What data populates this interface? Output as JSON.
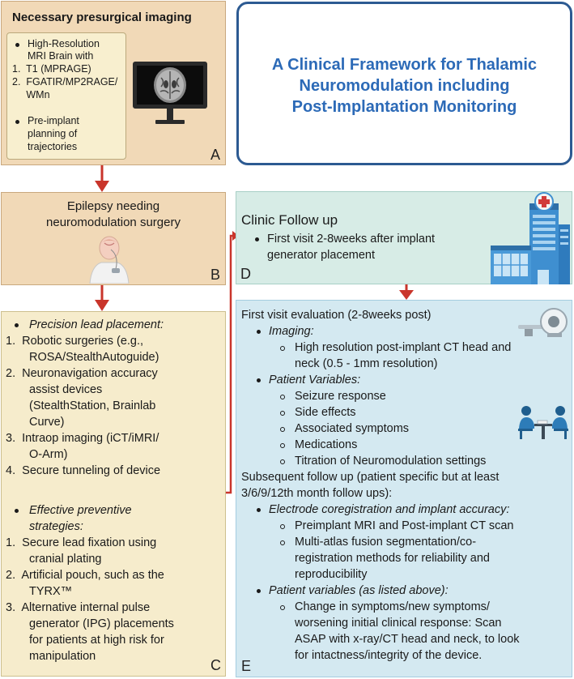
{
  "panelA": {
    "title": "Necessary presurgical imaging",
    "lines": [
      "High-Resolution",
      "MRI Brain with",
      "1.  T1 (MPRAGE)",
      "2.  FGATIR/MP2RAGE/",
      "     WMn",
      "Pre-implant",
      "planning of",
      "trajectories"
    ],
    "letter": "A"
  },
  "title": {
    "lines": [
      "A Clinical Framework for Thalamic",
      "Neuromodulation including",
      "Post-Implantation Monitoring"
    ]
  },
  "panelB": {
    "lines": [
      "Epilepsy needing",
      "neuromodulation surgery"
    ],
    "letter": "B"
  },
  "panelC": {
    "heading1": "Precision lead placement:",
    "heading2": "Effective preventive",
    "heading2b": "strategies:",
    "lines": [
      "1.  Robotic surgeries (e.g.,",
      "ROSA/StealthAutoguide)",
      "2.  Neuronavigation accuracy",
      "assist devices",
      "(StealthStation, Brainlab",
      "Curve)",
      "3.  Intraop imaging (iCT/iMRI/",
      "O-Arm)",
      "4.  Secure tunneling of device",
      "1.  Secure lead fixation using",
      "cranial plating",
      "2.  Artificial pouch, such as the",
      "TYRX™",
      "3.  Alternative internal pulse",
      "generator (IPG) placements",
      "for patients at high risk for",
      "manipulation"
    ],
    "letter": "C"
  },
  "panelD": {
    "title": "Clinic Follow up",
    "lines": [
      "First visit 2-8weeks after implant",
      "generator placement"
    ],
    "letter": "D"
  },
  "panelE": {
    "lines": [
      "First visit evaluation (2-8weeks post)",
      "Imaging:",
      "High resolution post-implant CT head and",
      "neck (0.5 - 1mm resolution)",
      "Patient Variables:",
      "Seizure response",
      "Side effects",
      "Associated symptoms",
      "Medications",
      "Titration of Neuromodulation settings",
      "Subsequent follow up (patient specific but at least",
      "3/6/9/12th month follow ups):",
      "Electrode coregistration and implant accuracy:",
      "Preimplant MRI and Post-implant CT scan",
      "Multi-atlas fusion segmentation/co-",
      "registration methods for reliability and",
      "reproducibility",
      "Patient variables (as listed above):",
      "Change in symptoms/new symptoms/",
      "worsening initial clinical response: Scan",
      "ASAP with x-ray/CT head and neck, to look",
      "for intactness/integrity of the device."
    ],
    "letter": "E"
  },
  "colors": {
    "arrow": "#c9352b",
    "title_blue": "#2c6ab7",
    "border_blue": "#2c5a92"
  },
  "icons": [
    "mri-monitor-icon",
    "patient-implant-icon",
    "hospital-building-icon",
    "ct-scanner-icon",
    "doctor-consultation-icon"
  ]
}
